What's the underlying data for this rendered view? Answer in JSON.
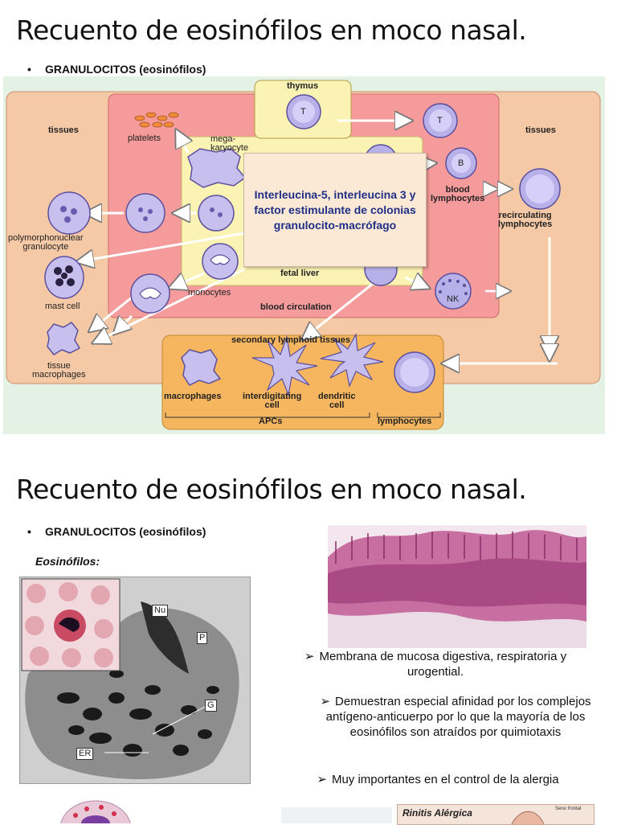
{
  "slide1": {
    "title": "Recuento de eosinófilos en moco nasal.",
    "bullet": "GRANULOCITOS (eosinófilos)",
    "diagram": {
      "labels": {
        "thymus": "thymus",
        "tissues_left": "tissues",
        "tissues_right": "tissues",
        "platelets": "platelets",
        "megakaryocyte": "mega-\nkaryocyte",
        "polymorphonuclear": "polymorphonuclear\ngranulocyte",
        "mast_cell": "mast cell",
        "tissue_macrophages": "tissue\nmacrophages",
        "monocytes": "monocytes",
        "fetal_liver": "fetal liver",
        "blood_circulation": "blood circulation",
        "blood_lymphocytes": "blood\nlymphocytes",
        "recirculating": "recirculating\nlymphocytes",
        "secondary_lymphoid": "secondary lymphoid tissues",
        "macrophages": "macrophages",
        "interdigitating": "interdigitating\ncell",
        "dendritic": "dendritic\ncell",
        "apcs": "APCs",
        "lymphocytes": "lymphocytes",
        "cell_T_thymus": "T",
        "cell_T_blood": "T",
        "cell_B": "B",
        "cell_NK": "NK"
      },
      "overlay_text": "Interleucina-5, interleucina 3 y factor estimulante de colonias granulocito-macrófago"
    }
  },
  "slide2": {
    "title": "Recuento de eosinófilos en moco nasal.",
    "bullet": "GRANULOCITOS (eosinófilos)",
    "subtitle": "Eosinófilos:",
    "micro_labels": {
      "nu": "Nu",
      "p": "P",
      "g": "G",
      "er": "ER"
    },
    "points": [
      "Membrana de mucosa digestiva, respiratoria y urogential.",
      "Demuestran especial afinidad por los complejos antígeno-anticuerpo por lo que la mayoría de los eosinófilos son atraídos por quimiotaxis",
      "Muy importantes en el control de la alergia"
    ],
    "bullet_glyph": "➢",
    "bottom_caption": "Rinitis Alérgica",
    "bottom_small": "Seno frontal"
  }
}
